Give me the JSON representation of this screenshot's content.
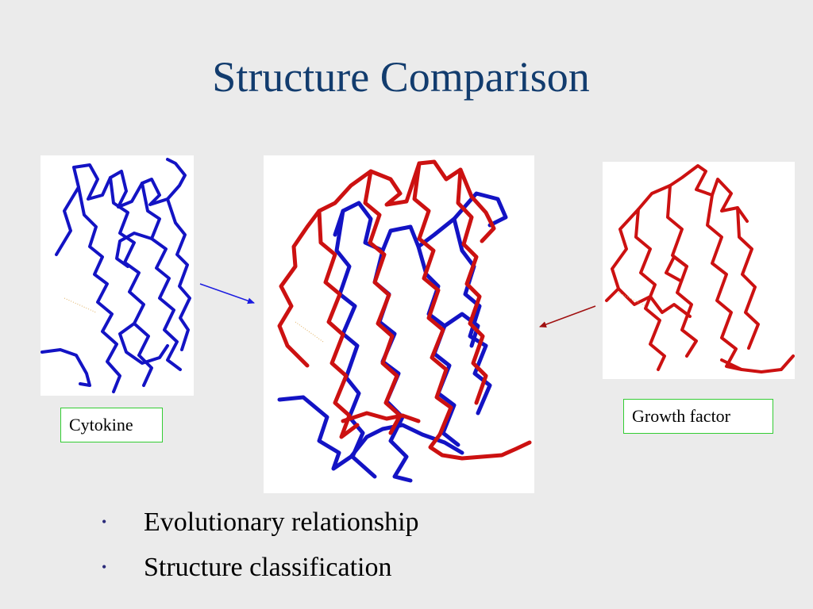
{
  "slide": {
    "title": "Structure Comparison"
  },
  "labels": {
    "left": "Cytokine",
    "right": "Growth factor"
  },
  "bullets": [
    "Evolutionary relationship",
    "Structure classification"
  ],
  "colors": {
    "background": "#ebebeb",
    "title": "#123c6e",
    "cytokine_trace": "#1313c4",
    "growth_factor_trace": "#cc1111",
    "label_border": "#33cc33",
    "arrow_left": "#1a1ae0",
    "arrow_right": "#a01010"
  }
}
